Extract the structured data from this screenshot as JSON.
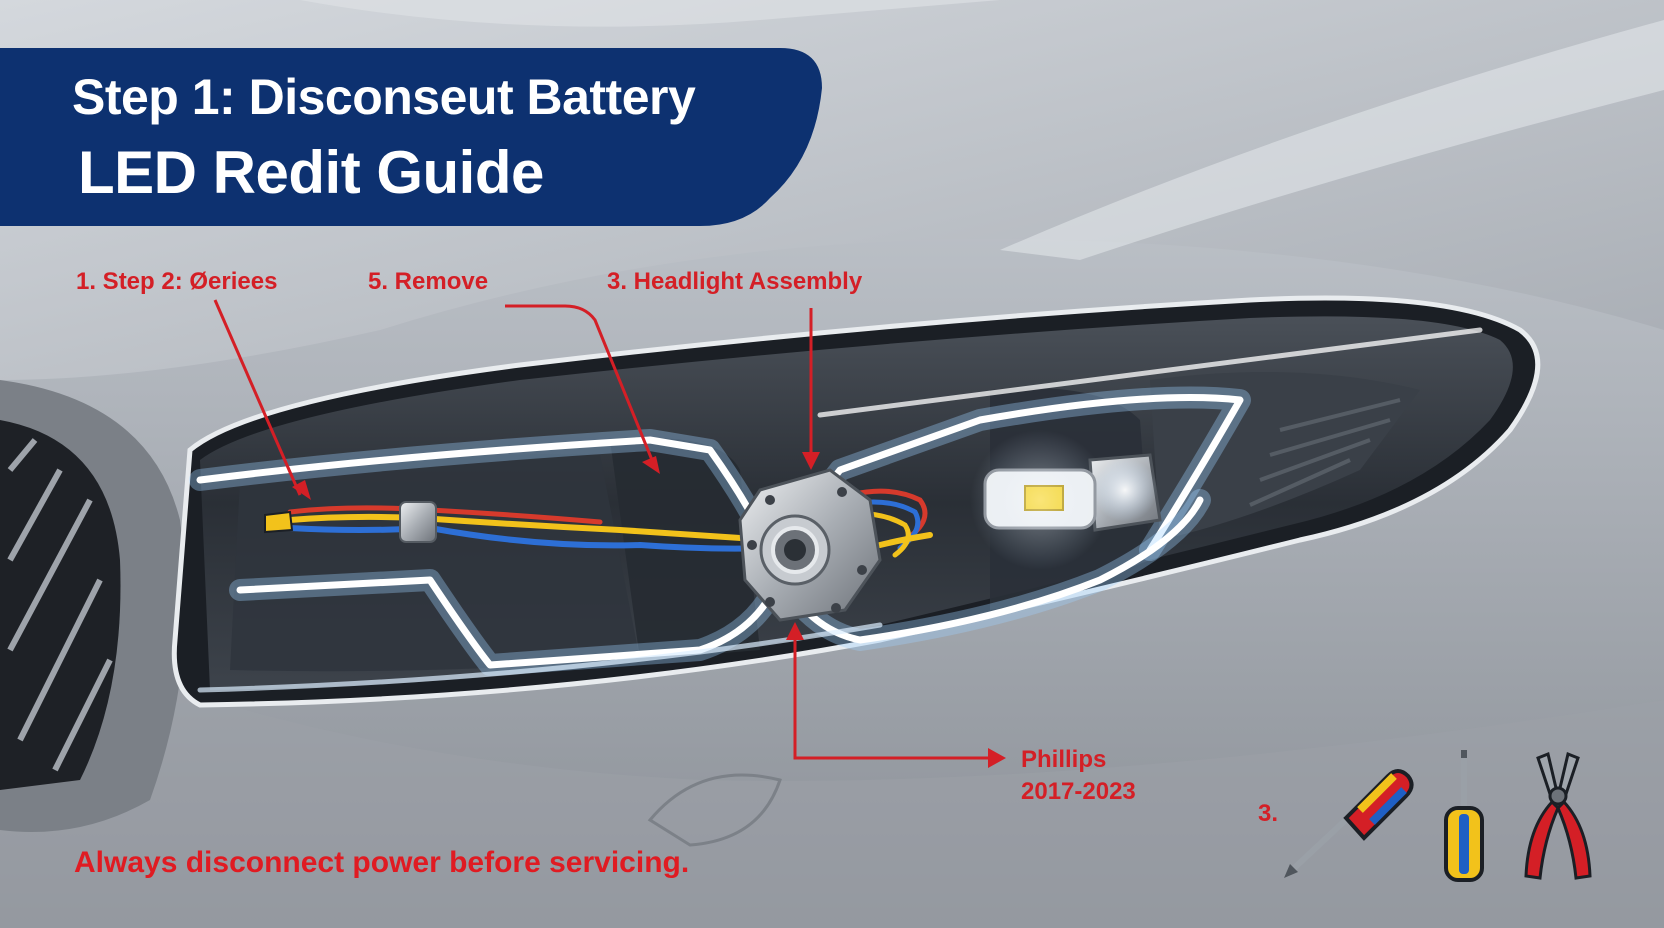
{
  "title": {
    "line1": "Step 1: Disconseut Battery",
    "line2": "LED Redit Guide"
  },
  "callouts": {
    "step2": "1. Step 2: Øeriees",
    "remove": "5. Remove",
    "assembly": "3. Headlight Assembly",
    "brand": "Phillips",
    "years": "2017-2023"
  },
  "tools": {
    "label": "3.",
    "items": [
      "screwdriver-phillips-icon",
      "screwdriver-flat-icon",
      "pliers-icon"
    ]
  },
  "warning": "Always disconnect power before servicing.",
  "colors": {
    "banner": "#0d3170",
    "callout_red": "#d41f26",
    "car_silver": "#b9bec5",
    "led_glow": "#e8f4ff"
  }
}
